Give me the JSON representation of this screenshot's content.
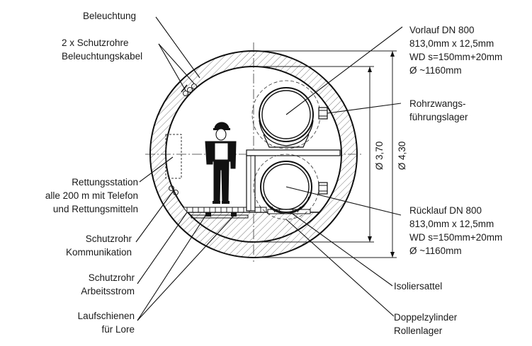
{
  "labels": {
    "beleuchtung": "Beleuchtung",
    "schutzrohre_1": "2 x Schutzrohre",
    "schutzrohre_2": "Beleuchtungskabel",
    "rettung_1": "Rettungsstation",
    "rettung_2": "alle 200 m mit Telefon",
    "rettung_3": "und Rettungsmitteln",
    "komm_1": "Schutzrohr",
    "komm_2": "Kommunikation",
    "arbeit_1": "Schutzrohr",
    "arbeit_2": "Arbeitsstrom",
    "lauf_1": "Laufschienen",
    "lauf_2": "für Lore",
    "vorlauf_1": "Vorlauf DN 800",
    "vorlauf_2": "813,0mm x 12,5mm",
    "vorlauf_3": "WD s=150mm+20mm",
    "vorlauf_4": "Ø ~1160mm",
    "zwang_1": "Rohrzwangs-",
    "zwang_2": "führungslager",
    "ruecklauf_1": "Rücklauf DN 800",
    "ruecklauf_2": "813,0mm x 12,5mm",
    "ruecklauf_3": "WD s=150mm+20mm",
    "ruecklauf_4": "Ø ~1160mm",
    "isolier": "Isoliersattel",
    "doppel_1": "Doppelzylinder",
    "doppel_2": "Rollenlager"
  },
  "dimensions": {
    "inner": "Ø 3,70",
    "outer": "Ø 4,30"
  }
}
